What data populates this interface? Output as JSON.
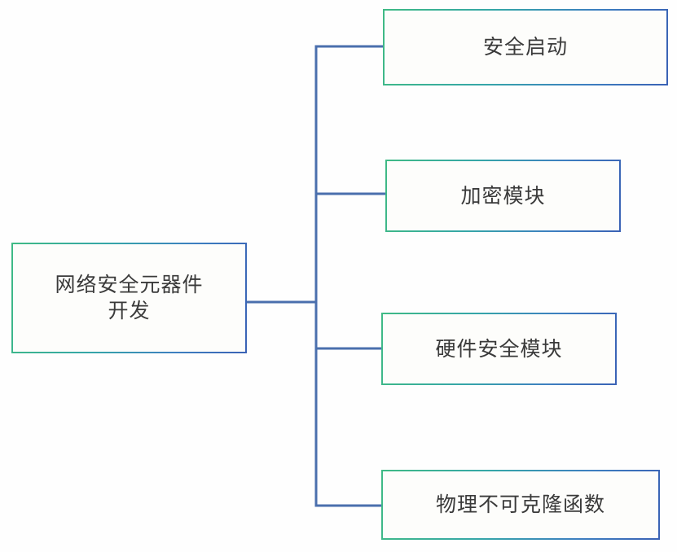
{
  "diagram": {
    "type": "tree-mindmap",
    "orientation": "left-to-right",
    "root": {
      "id": "root",
      "label": "网络安全元器件\n开发",
      "name": "网络安全元器件开发"
    },
    "children": [
      {
        "id": "secure-boot",
        "label": "安全启动"
      },
      {
        "id": "crypto-module",
        "label": "加密模块"
      },
      {
        "id": "hardware-security-module",
        "label": "硬件安全模块"
      },
      {
        "id": "puf",
        "label": "物理不可克隆函数"
      }
    ],
    "colors": {
      "border_start": "#3fba85",
      "border_end": "#3a62b5",
      "connector": "#4a6fad",
      "text": "#3a3a3a",
      "background": "#ffffff",
      "node_fill": "#fdfdfb"
    }
  }
}
